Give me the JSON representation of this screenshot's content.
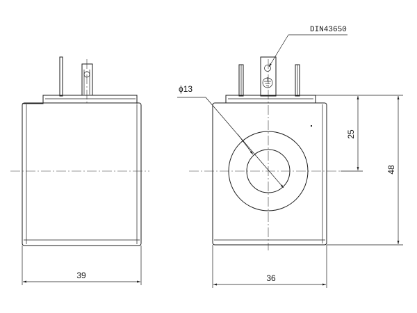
{
  "dimensions": {
    "width_left": "39",
    "width_right": "36",
    "height_total": "48",
    "height_axis": "25",
    "diameter": "ϕ13"
  },
  "callouts": {
    "connector": "DIN43650"
  }
}
